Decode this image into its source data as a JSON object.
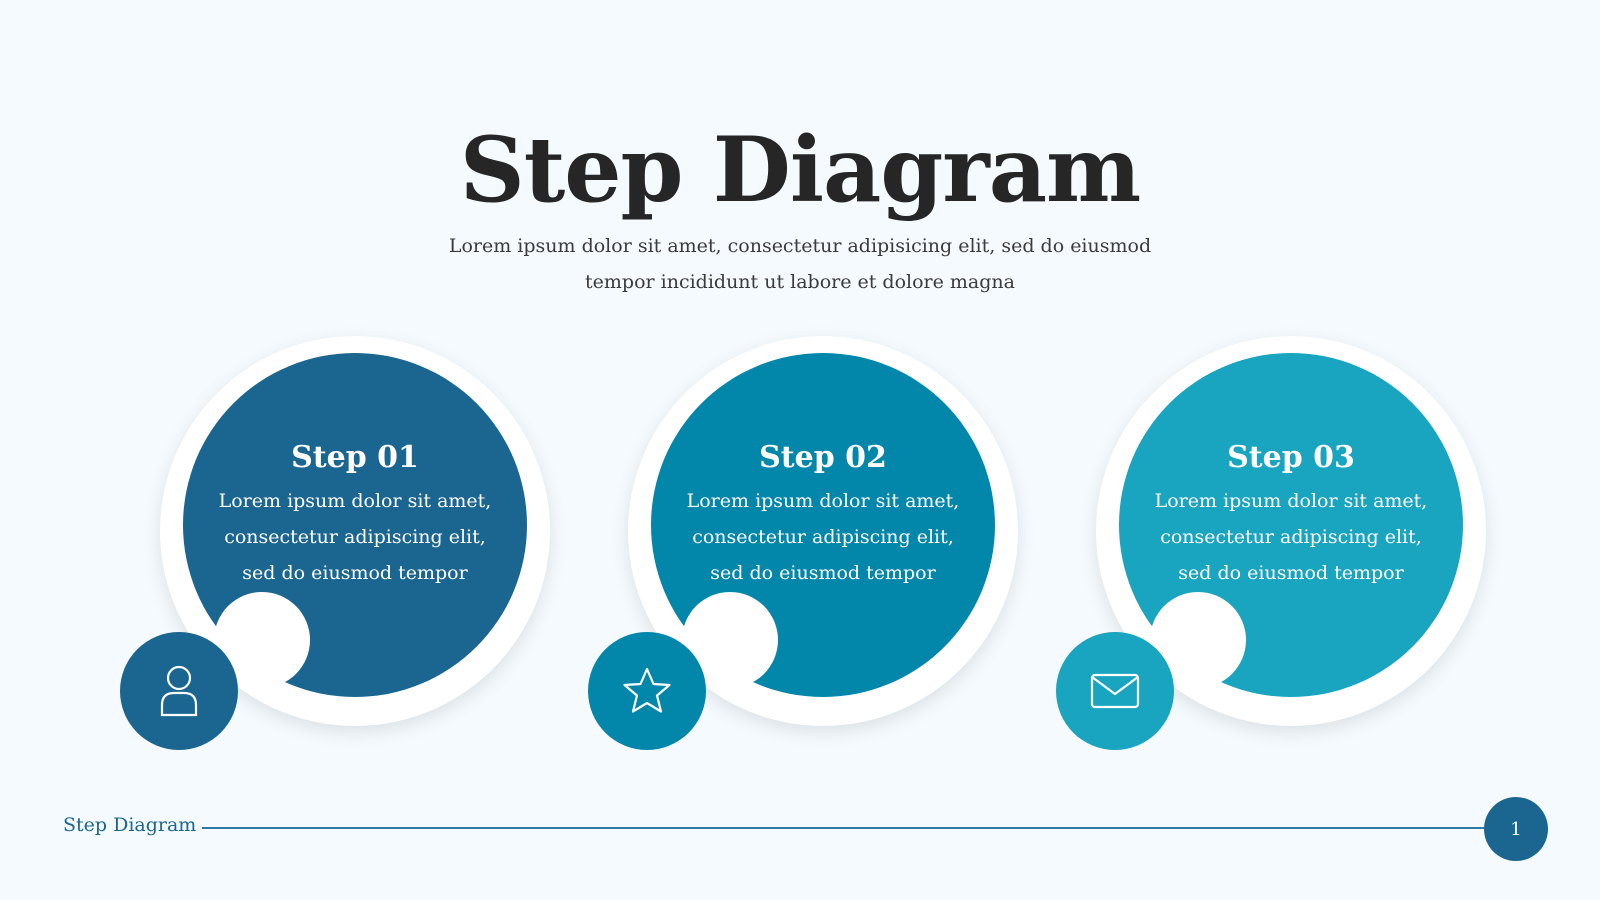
{
  "header": {
    "title": "Step Diagram",
    "subtitle_line1": "Lorem ipsum dolor sit amet, consectetur adipisicing elit, sed do eiusmod",
    "subtitle_line2": "tempor incididunt ut labore et dolore magna"
  },
  "steps": [
    {
      "title": "Step 01",
      "desc": "Lorem ipsum dolor sit amet, consectetur adipiscing elit, sed do eiusmod tempor",
      "icon": "user-icon",
      "color": "#1b6690"
    },
    {
      "title": "Step 02",
      "desc": "Lorem ipsum dolor sit amet, consectetur adipiscing elit, sed do eiusmod tempor",
      "icon": "star-icon",
      "color": "#0287ab"
    },
    {
      "title": "Step 03",
      "desc": "Lorem ipsum dolor sit amet, consectetur adipiscing elit, sed do eiusmod tempor",
      "icon": "mail-icon",
      "color": "#19a4bf"
    }
  ],
  "footer": {
    "label": "Step Diagram",
    "page_number": "1"
  }
}
